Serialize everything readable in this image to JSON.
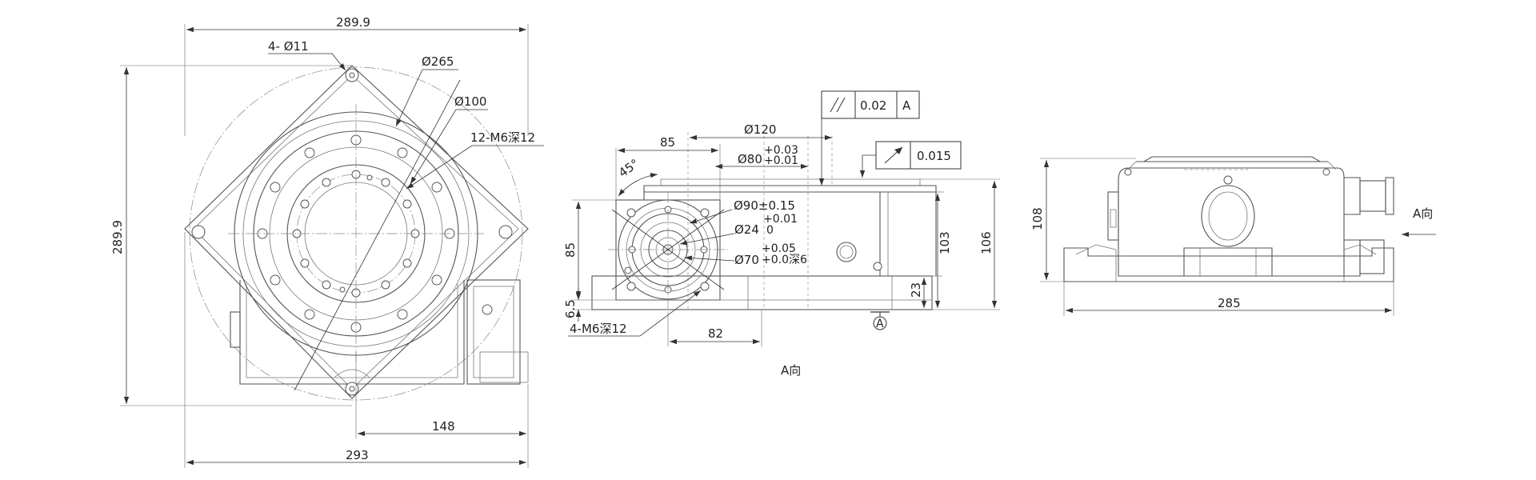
{
  "top_view": {
    "width_top": "289.9",
    "height_left": "289.9",
    "holes_corner": "4- Ø11",
    "dia_outer": "Ø265",
    "dia_inner": "Ø100",
    "tapped_holes": "12-M6深12",
    "offset_148": "148",
    "width_293": "293"
  },
  "front_view": {
    "dim_85_top": "85",
    "dia_120": "Ø120",
    "dia_80": "Ø80",
    "tol_80_upper": "+0.03",
    "tol_80_lower": "+0.01",
    "angle_45": "45°",
    "dia_90": "Ø90±0.15",
    "dia_24": "Ø24",
    "tol_24_upper": "+0.01",
    "tol_24_lower": "0",
    "dia_70": "Ø70",
    "tol_70_upper": "+0.05",
    "tol_70_lower": "+0.0",
    "depth_6": "深6",
    "dim_85_left": "85",
    "dim_6_5": "6.5",
    "tapped_front": "4-M6深12",
    "dim_82": "82",
    "dim_103": "103",
    "dim_106": "106",
    "dim_23": "23",
    "datum_label": "A",
    "gdt_parallel_value": "0.02",
    "gdt_parallel_datum": "A",
    "gdt_runout_value": "0.015",
    "view_caption": "A向"
  },
  "side_view": {
    "height_108": "108",
    "width_285": "285",
    "view_arrow_label": "A向"
  }
}
